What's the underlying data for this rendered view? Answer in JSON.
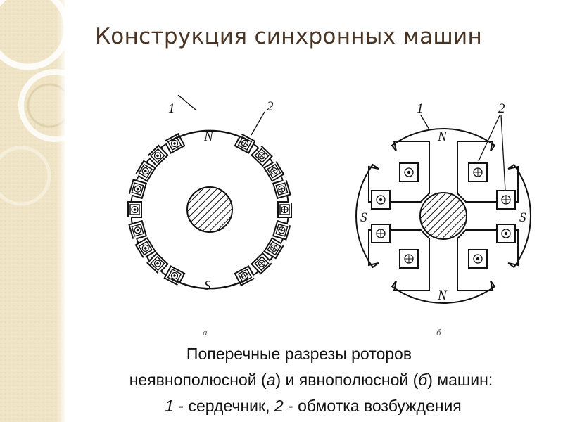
{
  "slide": {
    "title": "Конструкция синхронных машин"
  },
  "figure_a": {
    "label_core": "1",
    "label_winding": "2",
    "pole_top": "N",
    "pole_bottom": "S",
    "sub_label": "а"
  },
  "figure_b": {
    "label_core": "1",
    "label_winding": "2",
    "pole_top": "N",
    "pole_bottom": "N",
    "pole_left": "S",
    "pole_right": "S",
    "sub_label": "б"
  },
  "caption": {
    "line1": "Поперечные разрезы роторов",
    "line2_part1": "неявнополюсной (",
    "line2_a": "а",
    "line2_part2": ") и явнополюсной (",
    "line2_b": "б",
    "line2_part3": ") машин:",
    "line3_num1": "1",
    "line3_text1": " - сердечник, ",
    "line3_num2": "2",
    "line3_text2": " - обмотка возбуждения"
  },
  "colors": {
    "title": "#4a3524",
    "sidebar": "#efe6cf",
    "ink": "#111111"
  }
}
